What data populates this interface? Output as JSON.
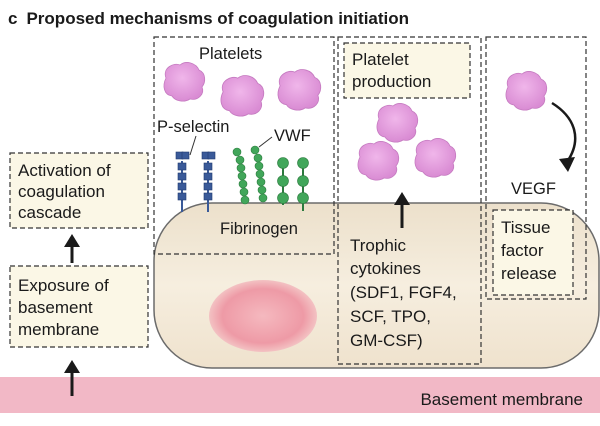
{
  "figure": {
    "panel_letter": "c",
    "title": "Proposed mechanisms of coagulation initiation"
  },
  "left_column": {
    "activation_box": [
      "Activation of",
      "coagulation",
      "cascade"
    ],
    "exposure_box": [
      "Exposure of",
      "basement",
      "membrane"
    ]
  },
  "basement": {
    "label": "Basement membrane"
  },
  "panel_platelets": {
    "title": "Platelets",
    "p_selectin": "P-selectin",
    "vwf": "VWF",
    "fibrinogen": "Fibrinogen"
  },
  "panel_production": {
    "title": [
      "Platelet",
      "production"
    ],
    "cytokines": [
      "Trophic",
      "cytokines",
      "(SDF1, FGF4,",
      "SCF, TPO,",
      "GM-CSF)"
    ]
  },
  "panel_tissue": {
    "vegf": "VEGF",
    "box": [
      "Tissue",
      "factor",
      "release"
    ]
  },
  "colors": {
    "cell_fill": "#f2e6d3",
    "cell_stroke": "#6b6b6b",
    "cell_nucleus": "#f0a0a8",
    "basement_membrane": "#f2b8c6",
    "platelet_fill": "#e59adf",
    "label_box_fill": "#fbf7e6",
    "p_selectin_blue": "#3a5a99",
    "vwf_green": "#41a65a"
  }
}
